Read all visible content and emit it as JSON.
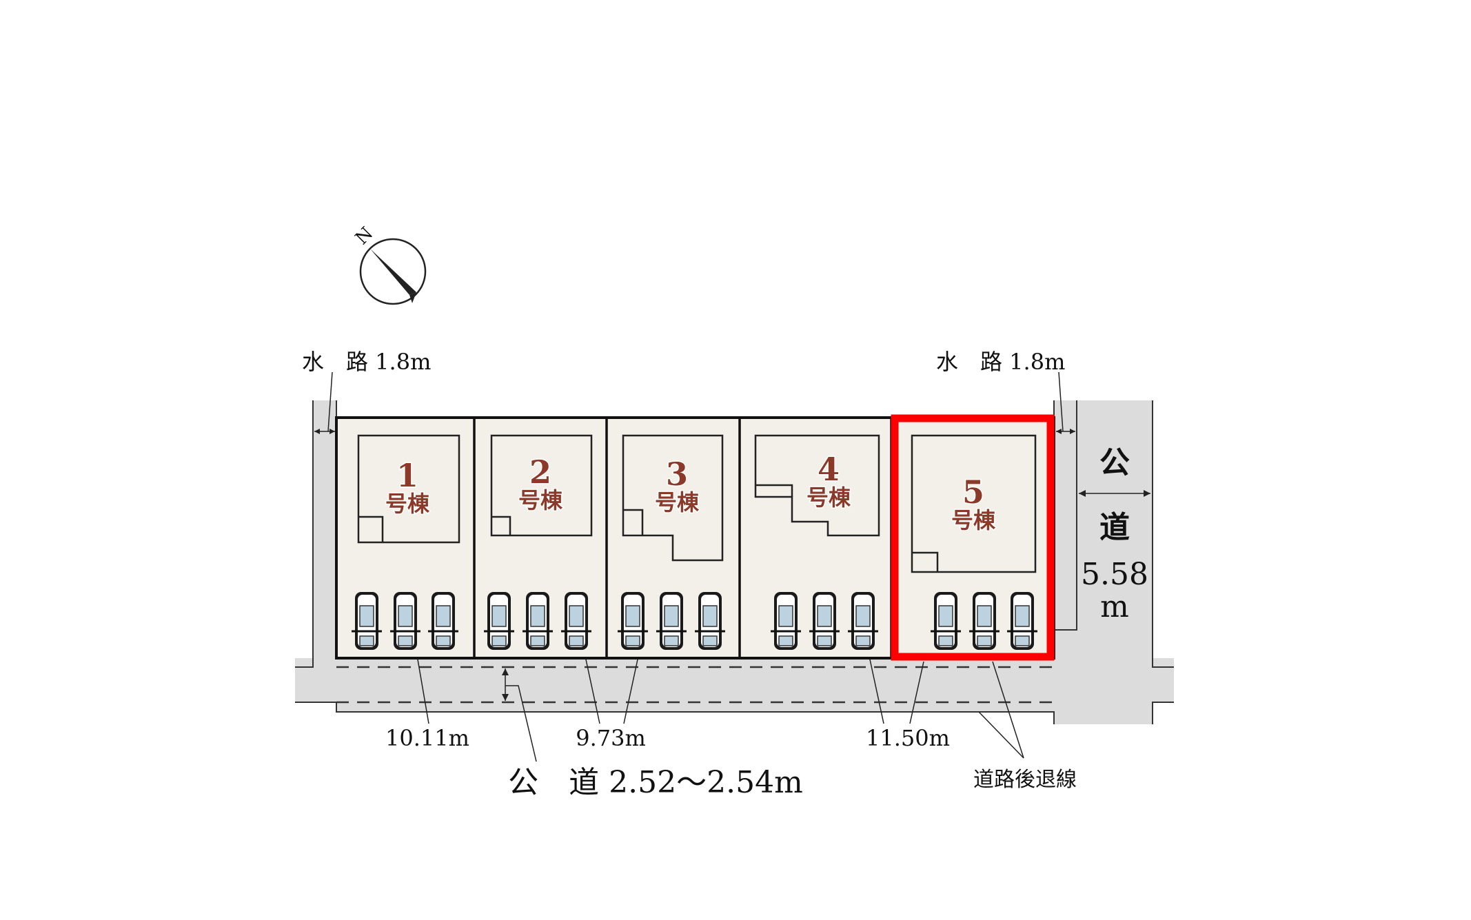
{
  "compass": {
    "north_label": "N"
  },
  "waterway_left": {
    "label": "水　路 1.8m"
  },
  "waterway_right": {
    "label": "水　路 1.8m"
  },
  "side_road": {
    "char1": "公",
    "char2": "道",
    "width": "5.58",
    "unit": "m"
  },
  "front_road": {
    "label": "公　道 2.52～2.54m"
  },
  "setback_label": "道路後退線",
  "frontages": [
    "10.11m",
    "9.73m",
    "11.50m"
  ],
  "lots": [
    {
      "number": "1",
      "suffix": "号棟",
      "highlighted": false
    },
    {
      "number": "2",
      "suffix": "号棟",
      "highlighted": false
    },
    {
      "number": "3",
      "suffix": "号棟",
      "highlighted": false
    },
    {
      "number": "4",
      "suffix": "号棟",
      "highlighted": false
    },
    {
      "number": "5",
      "suffix": "号棟",
      "highlighted": true
    }
  ],
  "colors": {
    "highlight": "#ff0000",
    "lot_fill": "#f2f0e8",
    "road": "#dcdcdc",
    "house_label": "#8b3a2a"
  }
}
